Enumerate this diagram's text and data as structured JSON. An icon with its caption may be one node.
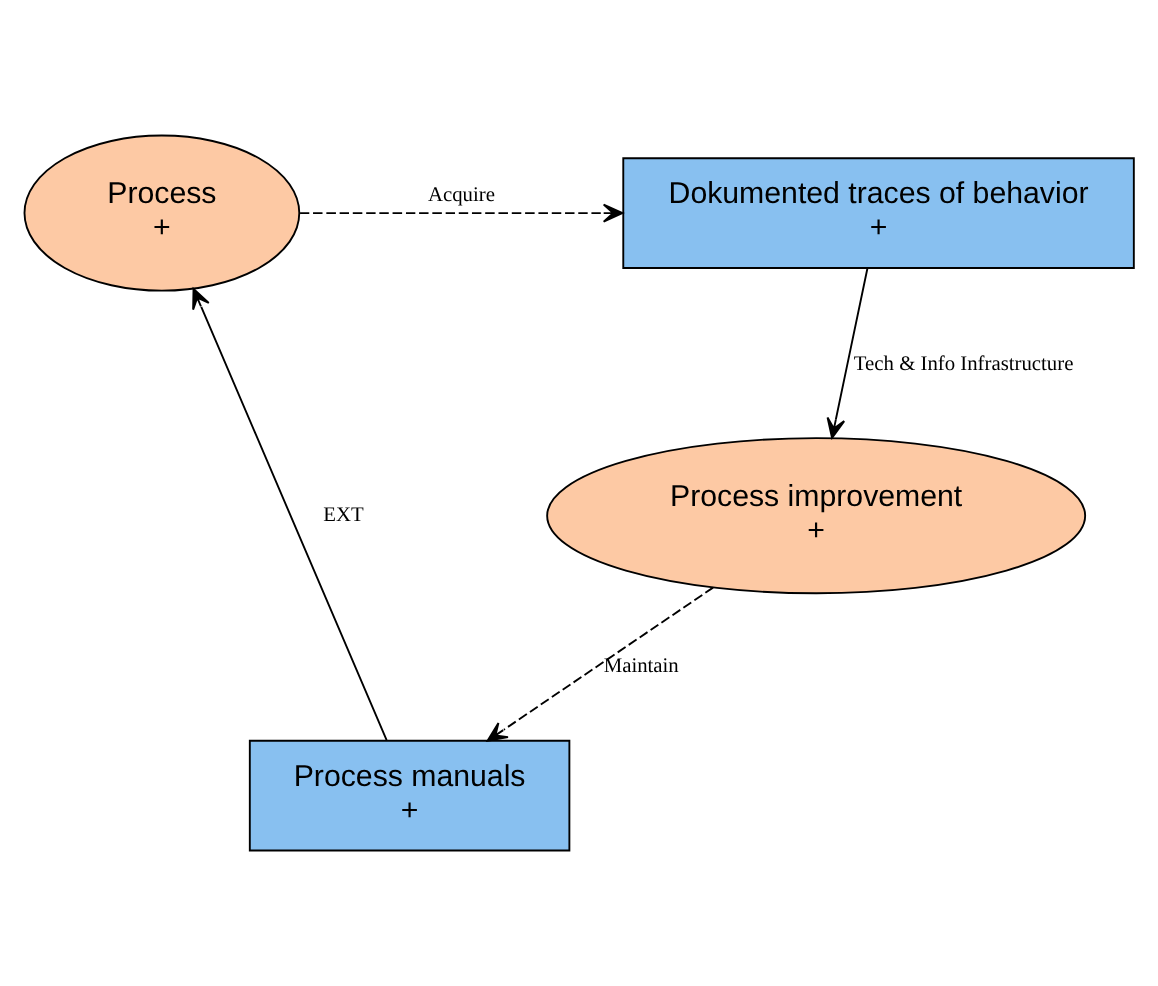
{
  "diagram": {
    "nodes": [
      {
        "text": [
          "Process",
          "+"
        ]
      },
      {
        "text": [
          "Dokumented traces of behavior",
          "+"
        ]
      },
      {
        "text": [
          "Process manuals",
          "+"
        ]
      },
      {
        "text": [
          "Process improvement",
          "+"
        ]
      }
    ],
    "edges": [
      {
        "from": 0,
        "to": 1,
        "arrow": "to",
        "label": "Acquire",
        "style": "dashed"
      },
      {
        "from": 2,
        "to": 0,
        "arrow": "to",
        "label": "EXT"
      },
      {
        "from": 3,
        "to": 2,
        "arrow": "to",
        "label": "Maintain",
        "style": "dashed"
      },
      {
        "from": 1,
        "to": 3,
        "arrow": "to",
        "label": "Tech & Info Infrastructure"
      }
    ]
  }
}
